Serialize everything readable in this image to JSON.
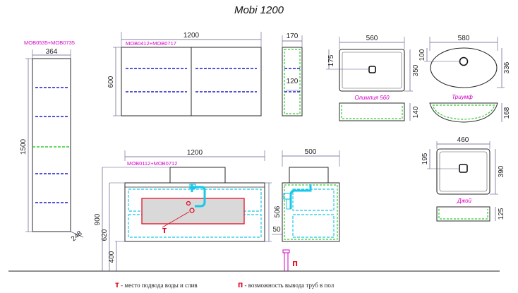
{
  "title": "Mobi 1200",
  "labels": {
    "tall_cabinet_code": "MOB0535+MOB0735",
    "mirror_cabinet_code": "MOB0412+MOB0717",
    "base_cabinet_code": "MOB0112+MOB0712",
    "sink_olympia": "Олимпия 560",
    "sink_triumph": "Триумф",
    "sink_joy": "Джой",
    "legend_t_mark": "т",
    "legend_t_text": "- место подвода воды и слив",
    "legend_p_mark": "п",
    "legend_p_text": "- возможность вывода труб в пол",
    "pipe_mark": "п",
    "base_mark": "т"
  },
  "dims": {
    "tall_width": "364",
    "tall_height": "1500",
    "tall_depth": "248",
    "mirror_width": "1200",
    "mirror_height": "600",
    "mirror_side_depth": "170",
    "mirror_side_shelf": "120",
    "base_width": "1200",
    "base_height": "506",
    "base_side_depth": "500",
    "base_side_50": "50",
    "floor_900": "900",
    "floor_620": "620",
    "floor_400": "400",
    "olympia_width": "560",
    "olympia_hole": "175",
    "olympia_depth": "350",
    "olympia_height": "140",
    "triumph_width": "580",
    "triumph_hole": "100",
    "triumph_depth": "336",
    "triumph_height": "168",
    "joy_width": "460",
    "joy_hole": "195",
    "joy_depth": "390",
    "joy_height": "125"
  },
  "colors": {
    "outline": "#2a2a2a",
    "dimension": "#5a5a8a",
    "magenta": "#d400c8",
    "shelf_blue": "#1a1ad0",
    "green": "#33cc33",
    "pipe_cyan": "#18c8e8",
    "red": "#e0001b",
    "sink_fill": "#d9d9d9"
  }
}
